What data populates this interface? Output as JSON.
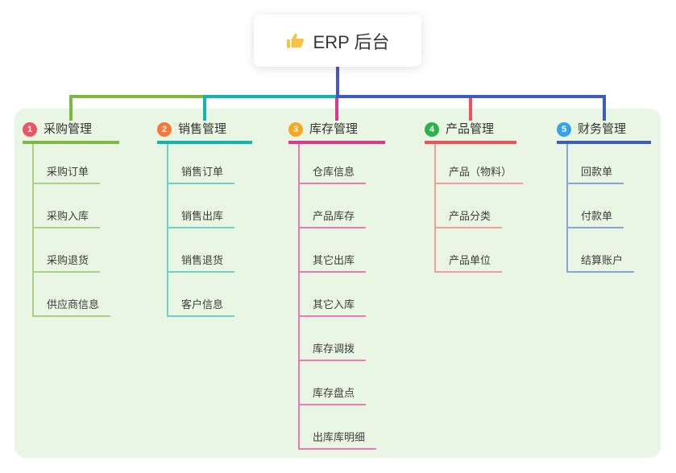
{
  "root": {
    "title": "ERP 后台",
    "icon": "thumbs-up-icon"
  },
  "panel_color": "#e9f6e3",
  "trunk_color": "#4756c9",
  "branches": [
    {
      "index": "1",
      "label": "采购管理",
      "colors": {
        "badge": "#ec5565",
        "line": "#7cb93e",
        "child_line": "#a9d287"
      },
      "children": [
        "采购订单",
        "采购入库",
        "采购退货",
        "供应商信息"
      ]
    },
    {
      "index": "2",
      "label": "销售管理",
      "colors": {
        "badge": "#f4793b",
        "line": "#12b5ae",
        "child_line": "#6fd0c8"
      },
      "children": [
        "销售订单",
        "销售出库",
        "销售退货",
        "客户信息"
      ]
    },
    {
      "index": "3",
      "label": "库存管理",
      "colors": {
        "badge": "#f7a723",
        "line": "#e0368c",
        "child_line": "#ee77b4"
      },
      "children": [
        "仓库信息",
        "产品库存",
        "其它出库",
        "其它入库",
        "库存调拨",
        "库存盘点",
        "出库库明细"
      ]
    },
    {
      "index": "4",
      "label": "产品管理",
      "colors": {
        "badge": "#2cb24c",
        "line": "#f0515c",
        "child_line": "#f79ba2"
      },
      "children": [
        "产品（物料）",
        "产品分类",
        "产品单位"
      ]
    },
    {
      "index": "5",
      "label": "财务管理",
      "colors": {
        "badge": "#36a3e9",
        "line": "#3e5bc0",
        "child_line": "#8ba3dc"
      },
      "children": [
        "回款单",
        "付款单",
        "结算账户"
      ]
    }
  ]
}
